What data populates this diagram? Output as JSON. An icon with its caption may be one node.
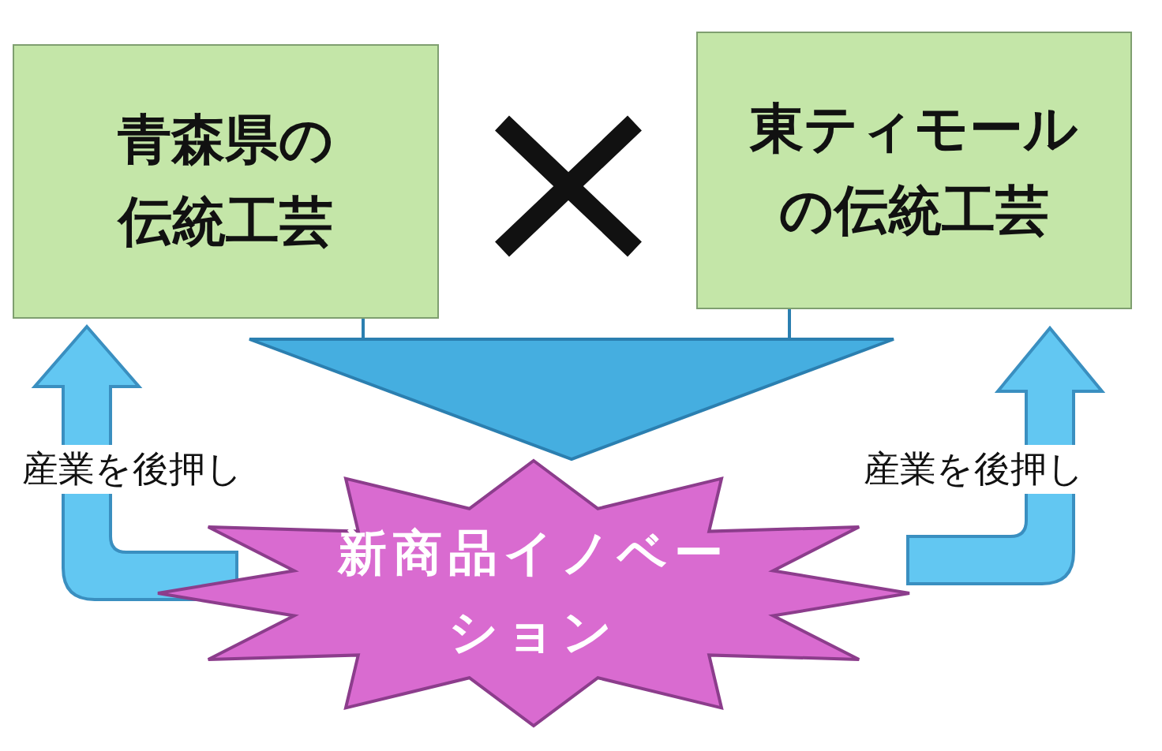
{
  "diagram": {
    "nodes": [
      {
        "text": [
          "青森県の伝統工芸"
        ]
      },
      {
        "text": [
          "東ティモールの伝統工芸"
        ]
      },
      {
        "text": [
          "新商品イノベーション"
        ]
      }
    ],
    "edges": [
      {
        "from": 0,
        "to": 2,
        "arrow": "to"
      },
      {
        "from": 1,
        "to": 2,
        "arrow": "to"
      },
      {
        "from": 2,
        "to": 0,
        "arrow": "to",
        "label": "産業を後押し"
      },
      {
        "from": 2,
        "to": 1,
        "arrow": "to",
        "label": "産業を後押し"
      }
    ]
  }
}
